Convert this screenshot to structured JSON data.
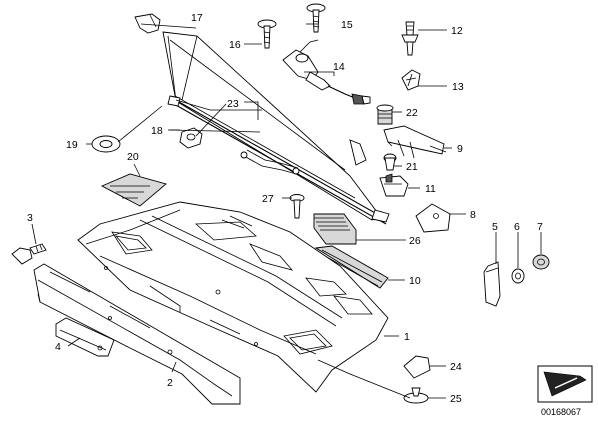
{
  "diagram": {
    "doc_code": "00168067",
    "callouts": [
      "1",
      "2",
      "3",
      "4",
      "5",
      "6",
      "7",
      "8",
      "9",
      "10",
      "11",
      "12",
      "13",
      "14",
      "15",
      "16",
      "17",
      "18",
      "19",
      "20",
      "21",
      "22",
      "23",
      "24",
      "25",
      "26",
      "27"
    ]
  }
}
